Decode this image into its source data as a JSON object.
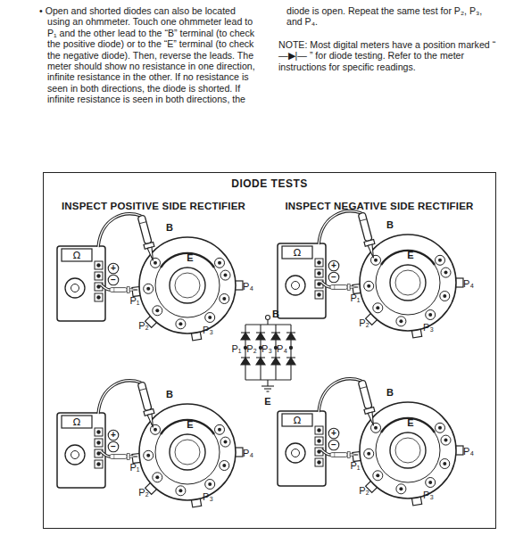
{
  "diagram": {
    "nodes": [
      {
        "text": [
          "DIODE TESTS"
        ]
      }
    ],
    "labels": [
      "• Open and shorted diodes can also be located using an ohmmeter. Touch one ohmmeter lead to P₁ and the other lead to the “B” terminal (to check the positive diode) or to the “E” terminal (to check the negative diode). Then, reverse the leads. The meter should show no resistance in one direction, infinite resistance in the other. If no resistance is seen in both directions, the diode is shorted. If infinite resistance is seen in both directions, the diode is open. Repeat the same test for P₂, P₃, and P₄.",
      "NOTE: Most digital meters have a position marked “ —▶|— ” for diode testing. Refer to the meter instructions for specific readings.",
      "INSPECT POSITIVE SIDE RECTIFIER",
      "INSPECT NEGATIVE SIDE RECTIFIER",
      "Ω",
      "+",
      "−",
      "B",
      "E",
      "P₁",
      "P₂",
      "P₃",
      "P₄",
      "Ω",
      "+",
      "−",
      "B",
      "E",
      "P₁",
      "P₂",
      "P₃",
      "P₄",
      "B",
      "P₁",
      "P₂",
      "P₃",
      "P₄",
      "E",
      "Ω",
      "+",
      "−",
      "B",
      "E",
      "P₁",
      "P₂",
      "P₃",
      "P₄",
      "Ω",
      "+",
      "−",
      "B",
      "E",
      "P₁",
      "P₂",
      "P₃",
      "P₄"
    ]
  }
}
